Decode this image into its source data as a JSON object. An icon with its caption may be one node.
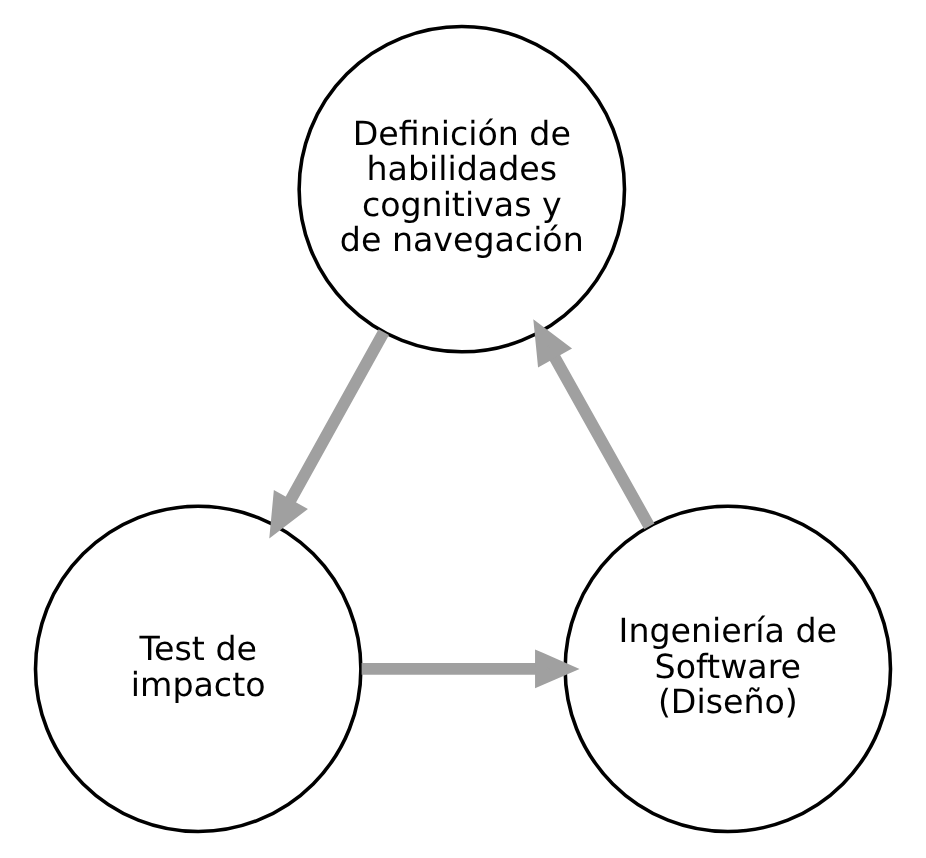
{
  "diagram": {
    "nodes": [
      {
        "text": [
          "Definición de habilidades cognitivas y de navegación"
        ]
      },
      {
        "text": [
          "Test de impacto"
        ]
      },
      {
        "text": [
          "Ingeniería de Software (Diseño)"
        ]
      }
    ],
    "edges": [
      {
        "from": 0,
        "to": 1,
        "arrow": "to"
      },
      {
        "from": 1,
        "to": 2,
        "arrow": "to"
      },
      {
        "from": 2,
        "to": 0,
        "arrow": "to"
      }
    ]
  }
}
